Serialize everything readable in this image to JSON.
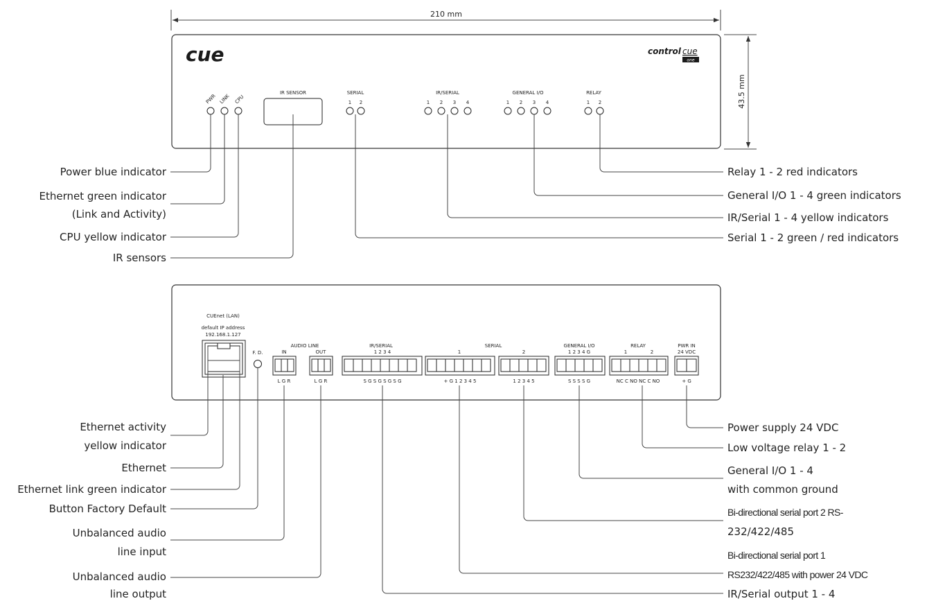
{
  "dimensions": {
    "width": "210 mm",
    "height": "43.5 mm"
  },
  "front": {
    "brand_left": "cue",
    "brand_right_bold": "control",
    "brand_right_light": "cue",
    "brand_right_badge": "one",
    "led_labels": {
      "pwr": "PWR",
      "link": "LINK",
      "cpu": "CPU"
    },
    "ir_sensor": "IR SENSOR",
    "serial": {
      "title": "SERIAL",
      "n1": "1",
      "n2": "2"
    },
    "ir_serial": {
      "title": "IR/SERIAL",
      "nums": [
        "1",
        "2",
        "3",
        "4"
      ]
    },
    "general_io": {
      "title": "GENERAL I/O",
      "nums": [
        "1",
        "2",
        "3",
        "4"
      ]
    },
    "relay": {
      "title": "RELAY",
      "n1": "1",
      "n2": "2"
    },
    "callouts_left": [
      "Power blue indicator",
      "Ethernet green indicator",
      "(Link and Activity)",
      "CPU yellow indicator",
      "IR sensors"
    ],
    "callouts_right": [
      "Relay 1 - 2 red indicators",
      "General I/O 1 - 4 green indicators",
      "IR/Serial 1 - 4 yellow indicators",
      "Serial 1 - 2 green / red indicators"
    ]
  },
  "rear": {
    "lan_title": "CUEnet (LAN)",
    "lan_default": "default IP address",
    "lan_ip": "192.168.1.127",
    "fd": "F. D.",
    "audio": {
      "title": "AUDIO LINE",
      "in": "IN",
      "out": "OUT",
      "in_pins": "L  G  R",
      "out_pins": "L  G  R"
    },
    "ir_serial": {
      "title": "IR/SERIAL",
      "nums": "1      2      3      4",
      "pins": "S  G  S  G  S  G  S  G"
    },
    "serial": {
      "title": "SERIAL",
      "n1": "1",
      "n2": "2",
      "pins1": "+  G  1  2  3  4  5",
      "pins2": "1  2  3  4  5"
    },
    "general_io": {
      "title": "GENERAL I/O",
      "nums": "1  2  3  4  G",
      "pins": "S  S  S  S  G"
    },
    "relay": {
      "title": "RELAY",
      "n1": "1",
      "n2": "2",
      "pins": "NC  C  NO NC  C  NO"
    },
    "pwr": {
      "title": "PWR IN",
      "sub": "24 VDC",
      "pins": "+  G"
    },
    "callouts_left": [
      "Ethernet activity",
      "yellow indicator",
      "Ethernet",
      "Ethernet link green indicator",
      "Button Factory Default",
      "Unbalanced audio",
      "line input",
      "Unbalanced audio",
      "line output"
    ],
    "callouts_right": [
      "Power supply 24 VDC",
      "Low voltage relay 1 - 2",
      "General I/O 1 - 4",
      "with common ground",
      "Bi-directional serial port 2 RS-",
      "232/422/485",
      "Bi-directional serial port 1",
      "RS232/422/485 with power 24 VDC",
      "IR/Serial output 1 - 4"
    ]
  }
}
